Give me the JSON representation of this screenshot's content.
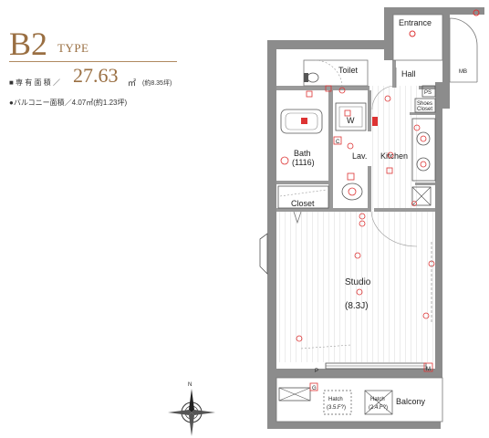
{
  "header": {
    "type_code": "B2",
    "type_word": "TYPE",
    "area_label": "■ 専 有 面 積 ／",
    "area_value": "27.63",
    "area_unit": "㎡",
    "area_tsubo": "(約8.35坪)",
    "balcony_area": "●バルコニー面積／4.07㎡(約1.23坪)"
  },
  "rooms": {
    "entrance": "Entrance",
    "toilet": "Toilet",
    "hall": "Hall",
    "mb": "MB",
    "ps": "PS",
    "shoes_closet_line1": "Shoes",
    "shoes_closet_line2": "Closet",
    "washer": "W",
    "bath": "Bath",
    "bath_size": "(1116)",
    "lav": "Lav.",
    "kitchen": "Kitchen",
    "closet": "Closet",
    "studio": "Studio",
    "studio_size": "(8.3J)",
    "balcony": "Balcony",
    "hatch1": "Hatch",
    "hatch1_size": "(3.5.F?)",
    "hatch2": "Hatch",
    "hatch2_size": "(2.4.F?)",
    "compass_n": "N",
    "p_mark": "P",
    "m_mark": "M",
    "g_mark": "G",
    "c_mark": "C"
  }
}
